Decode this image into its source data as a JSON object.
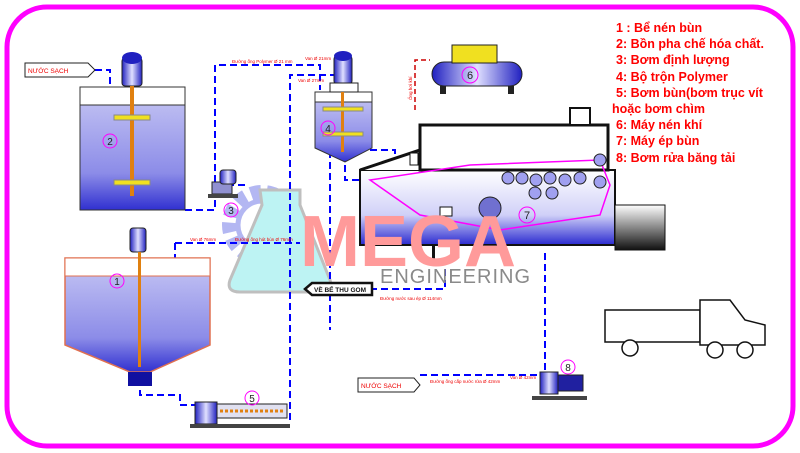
{
  "legend": [
    "1 : Bể nén bùn",
    "2: Bồn pha chế hóa chất.",
    "3: Bơm định lượng",
    "4: Bộ trộn Polymer",
    "5: Bơm bùn(bơm trục vít",
    "hoặc bơm chìm",
    "6: Máy nén khí",
    "7: Máy ép bùn",
    "8: Bơm rửa băng tải"
  ],
  "equipment_numbers": [
    "1",
    "2",
    "3",
    "4",
    "5",
    "6",
    "7",
    "8"
  ],
  "inlets": {
    "clean_water_top": "NƯỚC SẠCH",
    "clean_water_bottom": "NƯỚC SẠCH",
    "to_collection": "VỀ BỂ THU GOM"
  },
  "pipe_labels": {
    "polymer_pipe": "Đường ống Polymer Ø 21 mm",
    "valve_21": "Van Ø 21mm",
    "valve_27": "Van Ø 27mm",
    "sludge_pipe": "Đường ống hút bùn Ø 76mm",
    "sludge_valve": "Van Ø 76mm",
    "water_pipe": "Đường ống cấp nước rửa Ø 42mm",
    "water_valve": "Van Ø 42mm",
    "filtrate_pipe": "Đường nước sau ép Ø 114mm",
    "air_pipe": "Ống hơi khí"
  },
  "watermark": {
    "word1": "MEGA",
    "word2": "ENGINEERING"
  },
  "colors": {
    "border": "#ff00ff",
    "pipe": "#0000ff",
    "legend_text": "#ff0000",
    "belt": "#ff00ff"
  }
}
